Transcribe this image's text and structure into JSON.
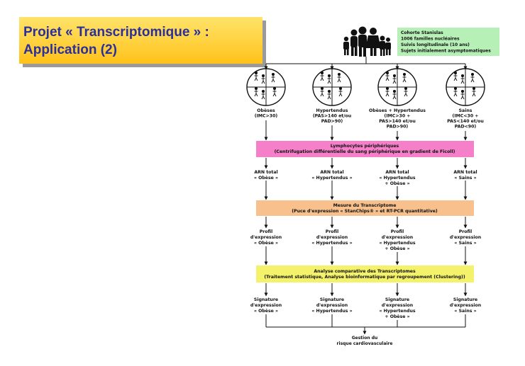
{
  "title": {
    "line1": "Projet « Transcriptomique » :",
    "line2": "Application (2)"
  },
  "cohort": {
    "lines": [
      "Cohorte Stanislas",
      "1006 familles nucléaires",
      "Suivis longitudinale (10 ans)",
      "Sujets initialement asymptomatiques"
    ],
    "color": "#b6f0b6"
  },
  "groups": [
    {
      "lines": [
        "Obèses",
        "(IMC>30)"
      ]
    },
    {
      "lines": [
        "Hypertendus",
        "(PAS>140 et/ou",
        "PAD>90)"
      ]
    },
    {
      "lines": [
        "Obèses + Hypertendus",
        "(IMC>30 +",
        "PAS>140 et/ou",
        "PAD>90)"
      ]
    },
    {
      "lines": [
        "Sains",
        "(IMC<30 +",
        "PAS<140 et/ou",
        "PAD<90)"
      ]
    }
  ],
  "steps": {
    "lymphocytes": {
      "lines": [
        "Lymphocytes périphériques",
        "(Centrifugation différentielle du sang périphérique en gradient de Ficoll)"
      ],
      "color": "#f57fc8"
    },
    "mesure": {
      "lines": [
        "Mesure du Transcriptome",
        "(Puce d'expression « StanChips® » et RT-PCR quantitative)"
      ],
      "color": "#f7c08c"
    },
    "analyse": {
      "lines": [
        "Analyse comparative des Transcriptomes",
        "(Traitement statistique, Analyse bioinformatique par regroupement (Clustering))"
      ],
      "color": "#f3f26a"
    }
  },
  "arn": [
    {
      "lines": [
        "ARN total",
        "« Obèse »"
      ]
    },
    {
      "lines": [
        "ARN total",
        "« Hypertendus »"
      ]
    },
    {
      "lines": [
        "ARN total",
        "« Hypertendus",
        "+ Obèse »"
      ]
    },
    {
      "lines": [
        "ARN total",
        "« Sains »"
      ]
    }
  ],
  "profils": [
    {
      "lines": [
        "Profil",
        "d'expression",
        "« Obèse »"
      ]
    },
    {
      "lines": [
        "Profil",
        "d'expression",
        "« Hypertendus »"
      ]
    },
    {
      "lines": [
        "Profil",
        "d'expression",
        "« Hypertendus",
        "+ Obèse »"
      ]
    },
    {
      "lines": [
        "Profil",
        "d'expression",
        "« Sains »"
      ]
    }
  ],
  "signatures": [
    {
      "lines": [
        "Signature",
        "d'expression",
        "« Obèse »"
      ]
    },
    {
      "lines": [
        "Signature",
        "d'expression",
        "« Hypertendus »"
      ]
    },
    {
      "lines": [
        "Signature",
        "d'expression",
        "« Hypertendus",
        "+ Obèse »"
      ]
    },
    {
      "lines": [
        "Signature",
        "d'expression",
        "« Sains »"
      ]
    }
  ],
  "outcome": {
    "lines": [
      "Gestion du",
      "risque cardiovasculaire"
    ]
  }
}
